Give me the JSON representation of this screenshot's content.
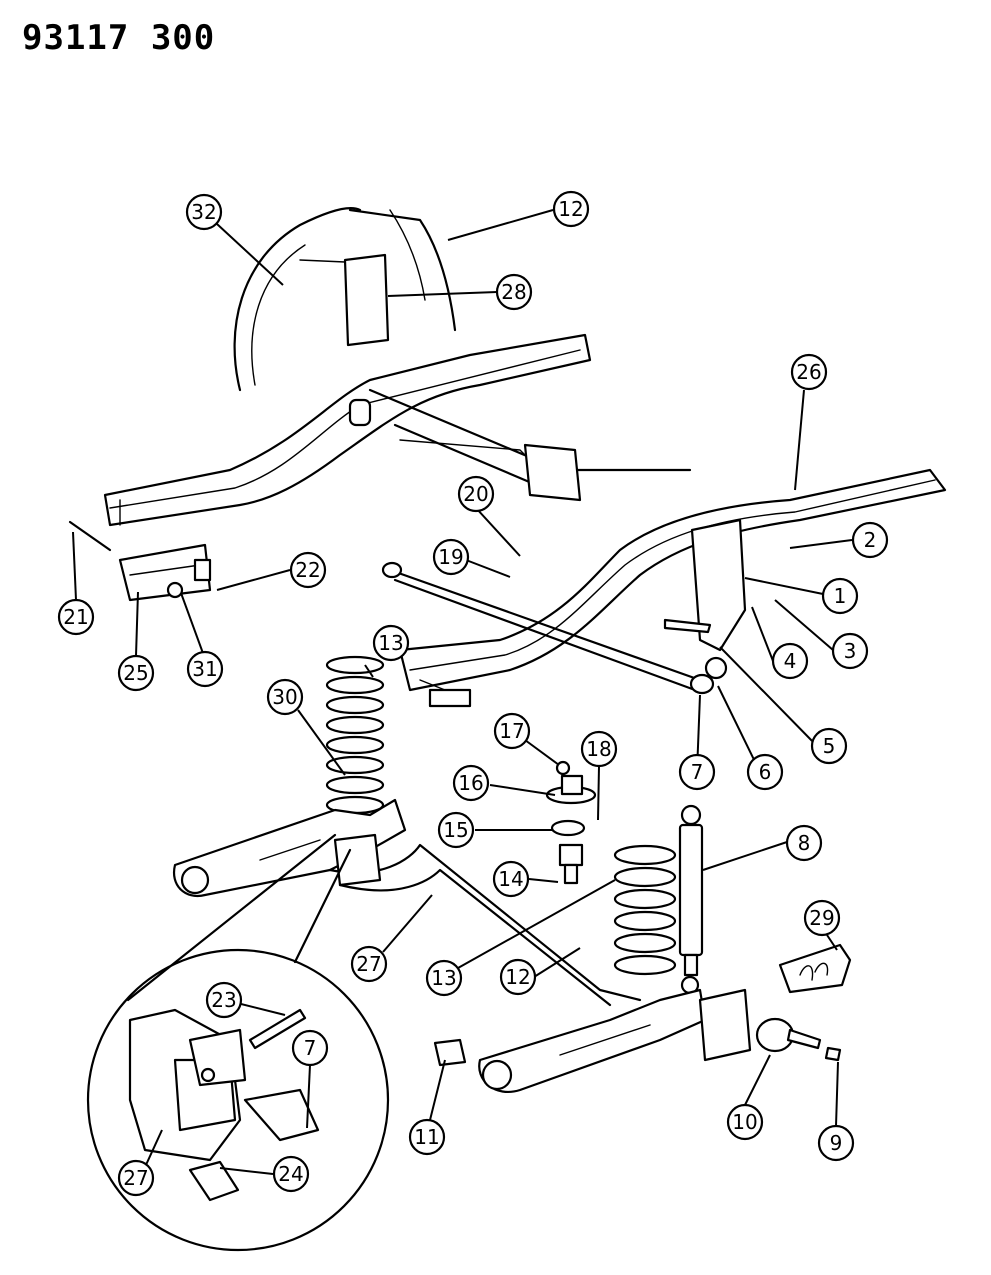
{
  "title": "93117  300",
  "callouts": [
    {
      "id": "c32",
      "label": "32"
    },
    {
      "id": "c12a",
      "label": "12"
    },
    {
      "id": "c28",
      "label": "28"
    },
    {
      "id": "c26",
      "label": "26"
    },
    {
      "id": "c20",
      "label": "20"
    },
    {
      "id": "c19",
      "label": "19"
    },
    {
      "id": "c2",
      "label": "2"
    },
    {
      "id": "c1",
      "label": "1"
    },
    {
      "id": "c3",
      "label": "3"
    },
    {
      "id": "c4",
      "label": "4"
    },
    {
      "id": "c5",
      "label": "5"
    },
    {
      "id": "c6",
      "label": "6"
    },
    {
      "id": "c7a",
      "label": "7"
    },
    {
      "id": "c21",
      "label": "21"
    },
    {
      "id": "c25",
      "label": "25"
    },
    {
      "id": "c31",
      "label": "31"
    },
    {
      "id": "c22",
      "label": "22"
    },
    {
      "id": "c13a",
      "label": "13"
    },
    {
      "id": "c30",
      "label": "30"
    },
    {
      "id": "c17",
      "label": "17"
    },
    {
      "id": "c18",
      "label": "18"
    },
    {
      "id": "c16",
      "label": "16"
    },
    {
      "id": "c15",
      "label": "15"
    },
    {
      "id": "c14",
      "label": "14"
    },
    {
      "id": "c8",
      "label": "8"
    },
    {
      "id": "c29",
      "label": "29"
    },
    {
      "id": "c27a",
      "label": "27"
    },
    {
      "id": "c13b",
      "label": "13"
    },
    {
      "id": "c12b",
      "label": "12"
    },
    {
      "id": "c23",
      "label": "23"
    },
    {
      "id": "c7b",
      "label": "7"
    },
    {
      "id": "c27b",
      "label": "27"
    },
    {
      "id": "c24",
      "label": "24"
    },
    {
      "id": "c11",
      "label": "11"
    },
    {
      "id": "c10",
      "label": "10"
    },
    {
      "id": "c9",
      "label": "9"
    }
  ]
}
